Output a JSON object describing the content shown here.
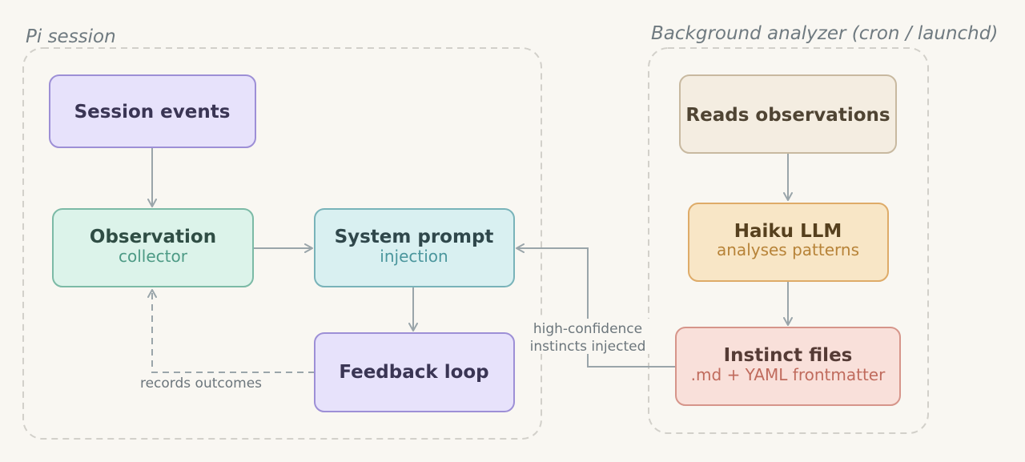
{
  "groups": {
    "pi_session": {
      "title": "Pi session"
    },
    "background": {
      "title": "Background analyzer (cron / launchd)"
    }
  },
  "nodes": {
    "session_events": {
      "title": "Session events"
    },
    "observation": {
      "title": "Observation",
      "subtitle": "collector"
    },
    "system_prompt": {
      "title": "System prompt",
      "subtitle": "injection"
    },
    "feedback_loop": {
      "title": "Feedback loop"
    },
    "reads_observations": {
      "title": "Reads observations"
    },
    "haiku_llm": {
      "title": "Haiku LLM",
      "subtitle": "analyses patterns"
    },
    "instinct_files": {
      "title": "Instinct files",
      "subtitle": ".md + YAML frontmatter"
    }
  },
  "edges": {
    "records_outcomes": {
      "label": "records outcomes"
    },
    "instincts_injected": {
      "line1": "high-confidence",
      "line2": "instincts injected"
    }
  },
  "colors": {
    "purple_fill": "#e7e2fb",
    "purple_stroke": "#9d8fd6",
    "purple_text": "#3a3554",
    "green_fill": "#dcf3ea",
    "green_stroke": "#7cbaa6",
    "green_text": "#2f4d44",
    "green_sub": "#4d9a85",
    "teal_fill": "#d9f0f1",
    "teal_stroke": "#79b3b9",
    "teal_text": "#2f474b",
    "teal_sub": "#4b969d",
    "beige_fill": "#f4ede1",
    "beige_stroke": "#c8b9a0",
    "beige_text": "#4f4433",
    "orange_fill": "#f8e6c6",
    "orange_stroke": "#deab68",
    "orange_text": "#56401e",
    "orange_sub": "#b78338",
    "pink_fill": "#f9e0da",
    "pink_stroke": "#d6958a",
    "pink_text": "#553b35",
    "pink_sub": "#c06b5d"
  }
}
